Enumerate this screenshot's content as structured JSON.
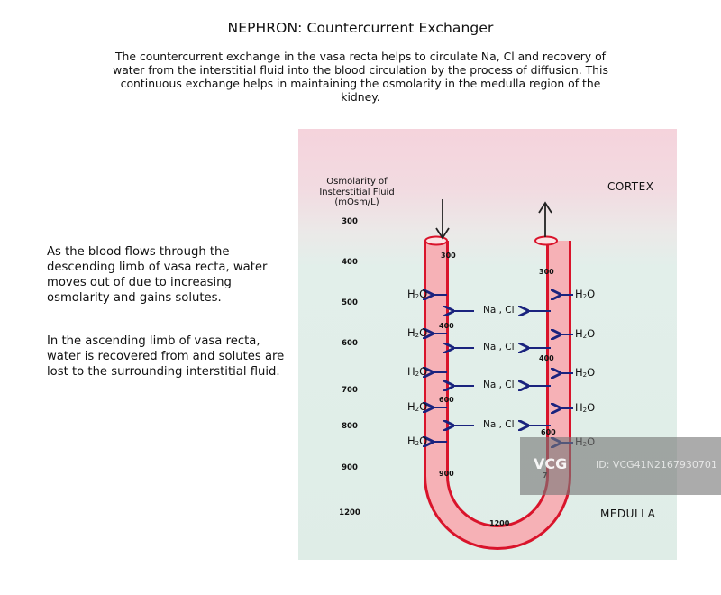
{
  "header": {
    "title": "NEPHRON: Countercurrent Exchanger",
    "description": "The countercurrent exchange in the vasa recta helps to circulate Na, Cl and recovery of water from the interstitial fluid into the blood circulation by the process of diffusion. This continuous exchange helps in maintaining the osmolarity in the medulla region of the kidney."
  },
  "side_notes": [
    "As the blood flows through the descending limb of vasa recta, water moves out of due to increasing osmolarity and gains solutes.",
    "In the ascending limb of vasa recta, water is recovered from and solutes are lost to the surrounding interstitial fluid."
  ],
  "diagram": {
    "axis_title_lines": [
      "Osmolarity of",
      "Insterstitial Fluid",
      "(mOsm/L)"
    ],
    "scale": [
      "300",
      "400",
      "500",
      "600",
      "700",
      "800",
      "900",
      "1200"
    ],
    "regions": {
      "top": "CORTEX",
      "bottom": "MEDULLA"
    },
    "descending_limb_values": [
      "300",
      "400",
      "600",
      "900"
    ],
    "bottom_value": "1200",
    "ascending_limb_values": [
      "300",
      "400",
      "600",
      "7"
    ],
    "water_label_base": "H",
    "water_label_sub": "2",
    "water_label_end": "O",
    "solute_label": "Na , Cl",
    "descending_water_count": 5,
    "ascending_water_count": 5,
    "solute_count": 4,
    "tube_color": "#d9142b",
    "tube_fill": "#f4a9ae",
    "arrow_color": "#1a237e"
  },
  "watermark": {
    "logo": "VCG",
    "id": "ID: VCG41N2167930701"
  }
}
